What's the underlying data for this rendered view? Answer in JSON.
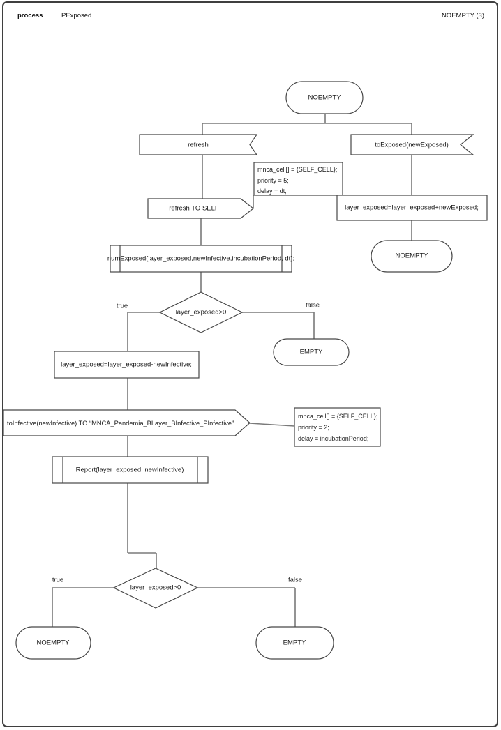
{
  "header": {
    "kind_label": "process",
    "title": "PExposed",
    "state_label": "NOEMPTY (3)"
  },
  "colors": {
    "page_border": "#3f3f3f",
    "shape_stroke": "#474747",
    "connector": "#7a7a7a",
    "background": "#ffffff",
    "text": "#1a1a1a"
  },
  "diagram": {
    "nodes": {
      "start_state": "NOEMPTY",
      "receive_refresh": "refresh",
      "receive_to_exposed": "toExposed(newExposed)",
      "send_refresh_to_self": "refresh TO SELF",
      "note_refresh": {
        "line1": "mnca_cell[] = {SELF_CELL};",
        "line2": "priority = 5;",
        "line3": "delay = dt;"
      },
      "assign_add_exposed": "layer_exposed=layer_exposed+newExposed;",
      "state_noempty_right": "NOEMPTY",
      "call_num_exposed": "numExposed(layer_exposed,newInfective,incubationPeriod, dt);",
      "decision_top": "layer_exposed>0",
      "decision_top_true": "true",
      "decision_top_false": "false",
      "state_empty_mid": "EMPTY",
      "assign_sub_infective": "layer_exposed=layer_exposed-newInfective;",
      "send_to_infective": "toInfective(newInfective) TO “MNCA_Pandemia_BLayer_BInfective_PInfective”",
      "note_to_infective": {
        "line1": "mnca_cell[] = {SELF_CELL};",
        "line2": "priority = 2;",
        "line3": "delay = incubationPeriod;"
      },
      "call_report": "Report(layer_exposed, newInfective)",
      "decision_bottom": "layer_exposed>0",
      "decision_bottom_true": "true",
      "decision_bottom_false": "false",
      "state_noempty_bottom": "NOEMPTY",
      "state_empty_bottom": "EMPTY"
    }
  }
}
